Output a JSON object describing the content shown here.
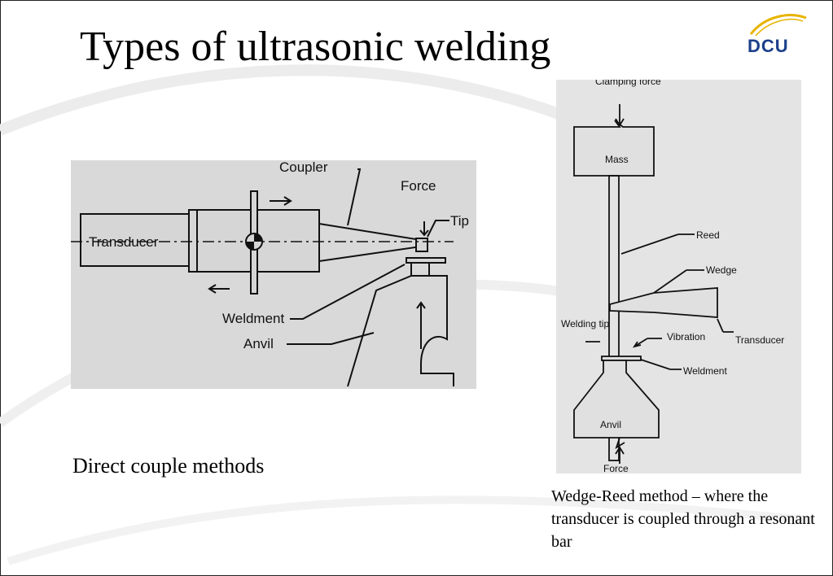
{
  "slide": {
    "title": "Types of ultrasonic welding",
    "logo_text": "DCU",
    "caption_left": "Direct couple methods",
    "caption_right": "Wedge-Reed method – where the transducer is coupled through a resonant bar"
  },
  "figure_left": {
    "labels": {
      "coupler": "Coupler",
      "force": "Force",
      "tip": "Tip",
      "transducer": "Transducer",
      "weldment": "Weldment",
      "anvil": "Anvil"
    }
  },
  "figure_right": {
    "labels": {
      "clamping_force": "Clamping force",
      "mass": "Mass",
      "reed": "Reed",
      "wedge": "Wedge",
      "welding_tip": "Welding tip",
      "vibration": "Vibration",
      "transducer": "Transducer",
      "weldment": "Weldment",
      "anvil": "Anvil",
      "force": "Force"
    }
  },
  "colors": {
    "logo_blue": "#1c3f8a",
    "logo_gold": "#e8b400"
  }
}
